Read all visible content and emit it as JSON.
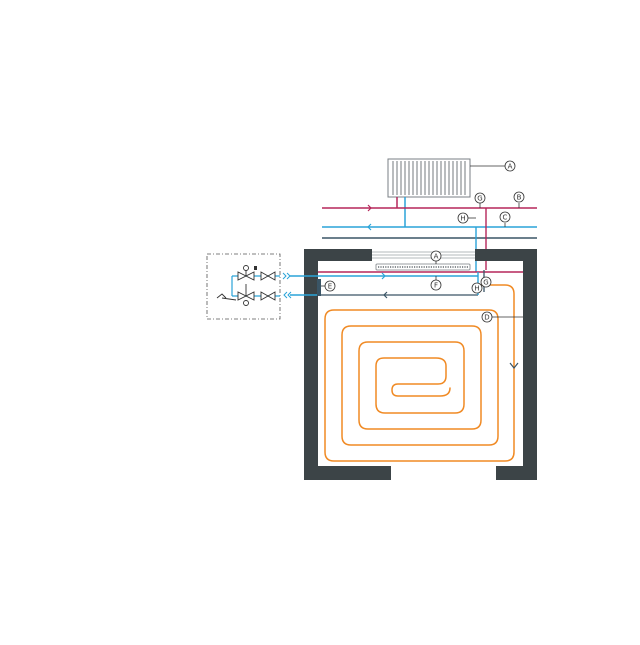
{
  "diagram": {
    "callouts": {
      "A_top": "A",
      "B": "B",
      "C": "C",
      "G_top": "G",
      "H_top": "H",
      "A_room": "A",
      "E": "E",
      "F": "F",
      "G_room": "G",
      "H_room": "H",
      "D": "D"
    },
    "colors": {
      "flow_pipe": "#b5265a",
      "return_pipe": "#2aa3d8",
      "plain_pipe": "#3a5566",
      "floor_coil": "#f08a24",
      "wall": "#3c4447",
      "radiator": "#8a8f93",
      "callout_line": "#333333"
    }
  }
}
